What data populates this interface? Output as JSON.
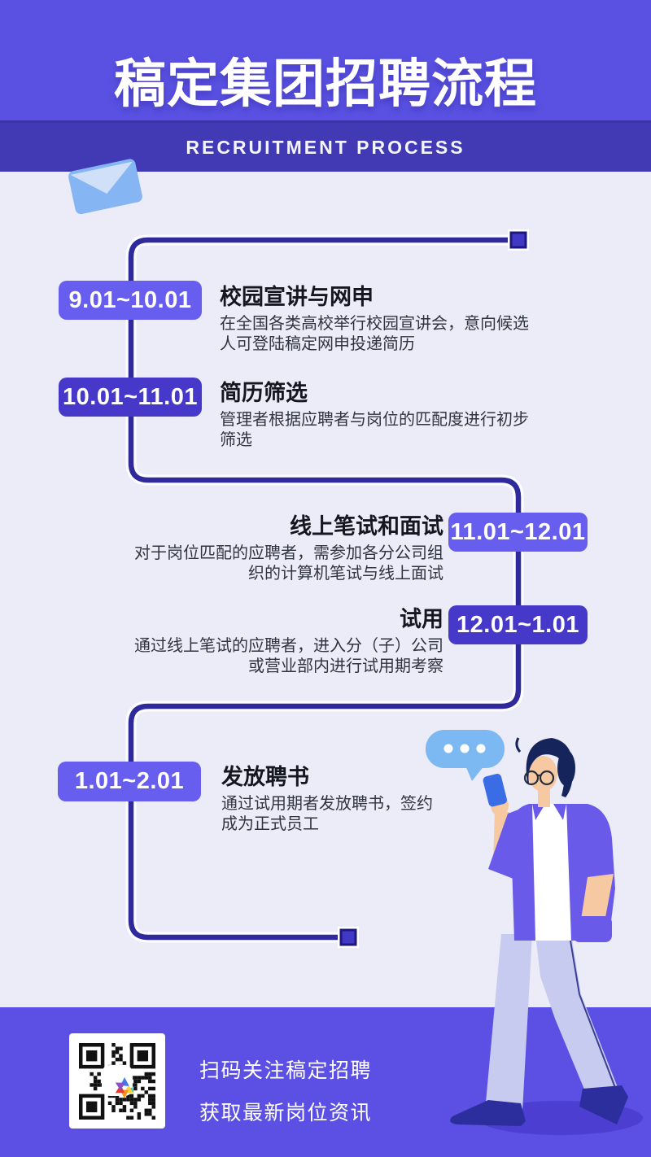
{
  "header": {
    "title": "稿定集团招聘流程",
    "subtitle": "RECRUITMENT PROCESS"
  },
  "steps": [
    {
      "date": "9.01~10.01",
      "title": "校园宣讲与网申",
      "desc": "在全国各类高校举行校园宣讲会，意向候选\n人可登陆稿定网申投递简历",
      "variant": "light",
      "side": "left"
    },
    {
      "date": "10.01~11.01",
      "title": "简历筛选",
      "desc": "管理者根据应聘者与岗位的匹配度进行初步\n筛选",
      "variant": "dark",
      "side": "left"
    },
    {
      "date": "11.01~12.01",
      "title": "线上笔试和面试",
      "desc": "对于岗位匹配的应聘者，需参加各分公司组\n织的计算机笔试与线上面试",
      "variant": "light",
      "side": "right"
    },
    {
      "date": "12.01~1.01",
      "title": "试用",
      "desc": "通过线上笔试的应聘者，进入分（子）公司\n或营业部内进行试用期考察",
      "variant": "dark",
      "side": "right"
    },
    {
      "date": "1.01~2.01",
      "title": "发放聘书",
      "desc": "通过试用期者发放聘书，签约\n成为正式员工",
      "variant": "light",
      "side": "left"
    }
  ],
  "footer": {
    "line1": "扫码关注稿定招聘",
    "line2": "获取最新岗位资讯"
  },
  "icons": {
    "envelope": "envelope-icon",
    "speech_bubble": "speech-bubble-icon",
    "qr": "qr-code",
    "phone": "phone-icon"
  },
  "colors": {
    "header_bg": "#5A51E2",
    "band_bg": "#423AB5",
    "body_bg": "#EBECF8",
    "footer_bg": "#5B4FE4",
    "badge_light": "#675EEF",
    "badge_dark": "#4638C9",
    "timeline": "#2E2A9C",
    "node_fill": "#4138C5",
    "accent_blue": "#7CB9F2"
  }
}
